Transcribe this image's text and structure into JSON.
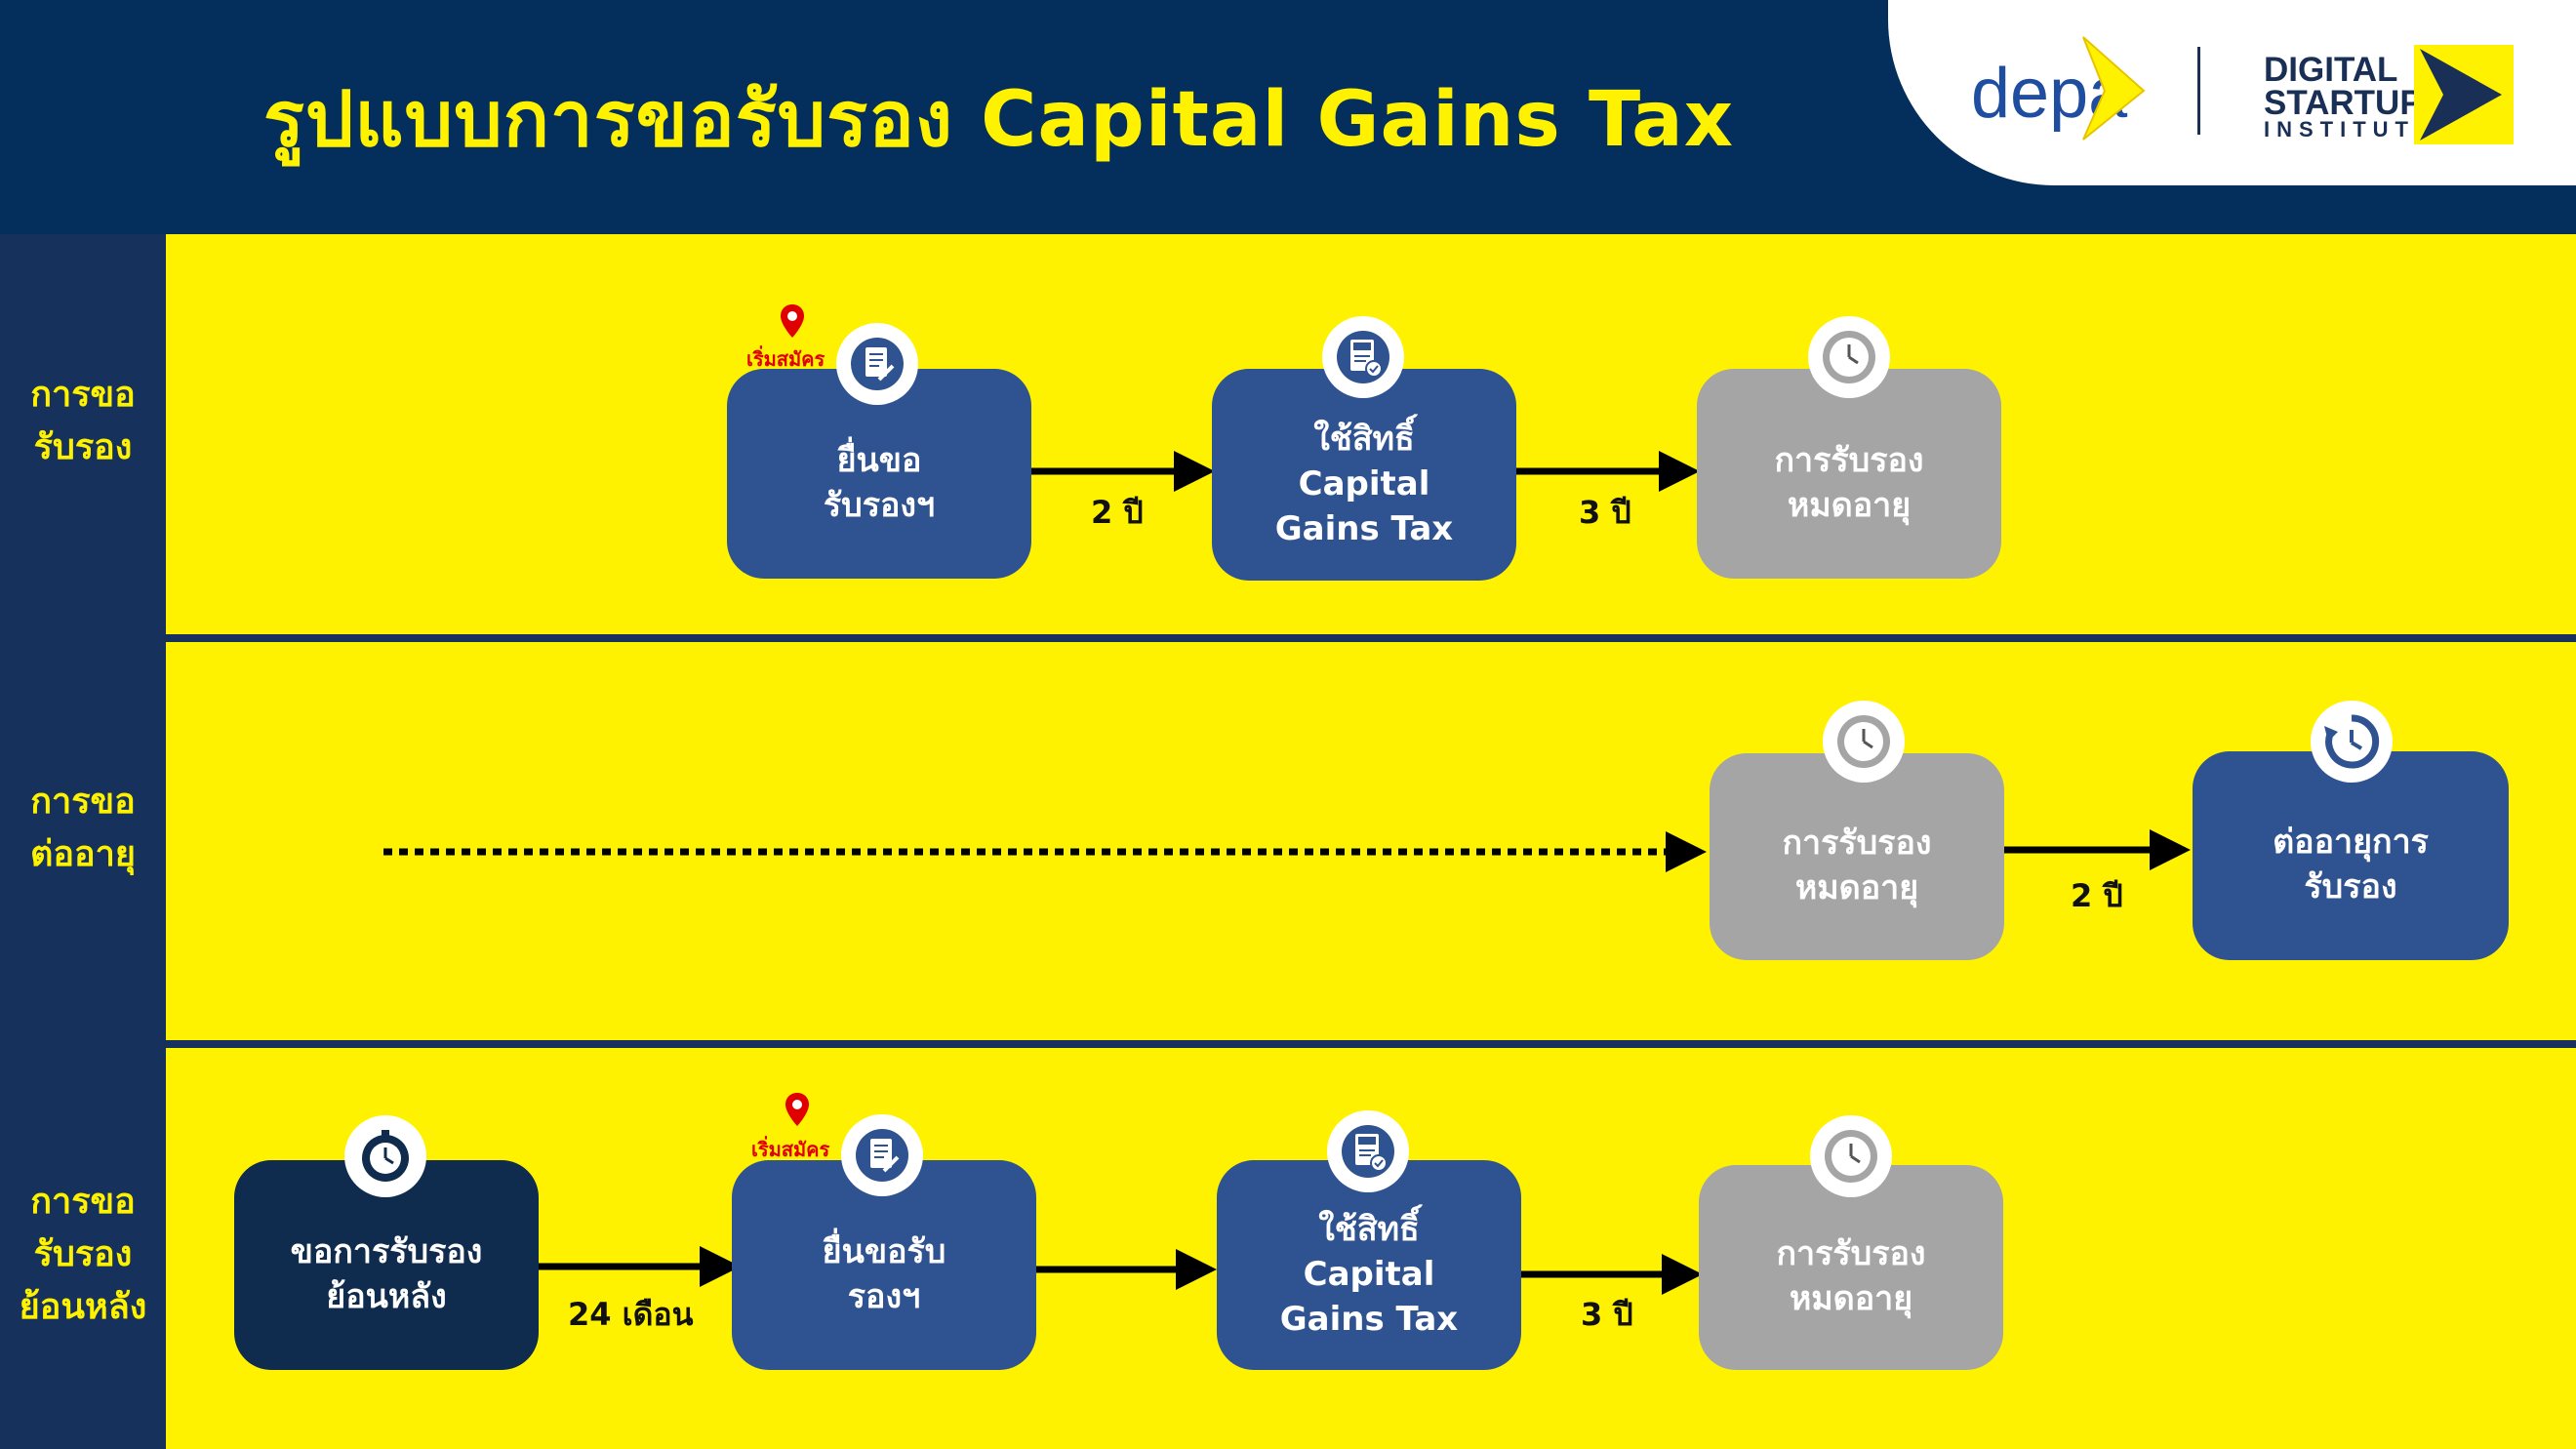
{
  "header": {
    "title": "รูปแบบการขอรับรอง Capital Gains Tax",
    "logo_depa": "depa",
    "logo_dsi_line1": "DIGITAL",
    "logo_dsi_line2": "STARTUP",
    "logo_dsi_line3": "INSTITUTE"
  },
  "colors": {
    "navy": "#042f5c",
    "yellow": "#fff200",
    "box_blue": "#2f5290",
    "box_grey": "#a5a5a5",
    "box_navy": "#0f2b4e",
    "start_pin": "#e00000"
  },
  "lanes": [
    {
      "label": "การขอ\nรับรอง",
      "start_marker": "เริ่มสมัคร",
      "boxes": [
        {
          "text": "ยื่นขอ\nรับรองฯ",
          "icon": "document-pen-icon"
        },
        {
          "text": "ใช้สิทธิ์\nCapital\nGains Tax",
          "icon": "tax-document-icon"
        },
        {
          "text": "การรับรอง\nหมดอายุ",
          "icon": "clock-icon"
        }
      ],
      "arrows": [
        "2 ปี",
        "3 ปี"
      ]
    },
    {
      "label": "การขอ\nต่ออายุ",
      "boxes": [
        {
          "text": "การรับรอง\nหมดอายุ",
          "icon": "clock-icon"
        },
        {
          "text": "ต่ออายุการ\nรับรอง",
          "icon": "renew-clock-icon"
        }
      ],
      "arrows": [
        "2 ปี"
      ]
    },
    {
      "label": "การขอ\nรับรอง\nย้อนหลัง",
      "start_marker": "เริ่มสมัคร",
      "boxes": [
        {
          "text": "ขอการรับรอง\nย้อนหลัง",
          "icon": "stopwatch-icon"
        },
        {
          "text": "ยื่นขอรับ\nรองฯ",
          "icon": "document-pen-icon"
        },
        {
          "text": "ใช้สิทธิ์\nCapital\nGains Tax",
          "icon": "tax-document-icon"
        },
        {
          "text": "การรับรอง\nหมดอายุ",
          "icon": "clock-icon"
        }
      ],
      "arrows": [
        "24 เดือน",
        "",
        "3 ปี"
      ]
    }
  ]
}
